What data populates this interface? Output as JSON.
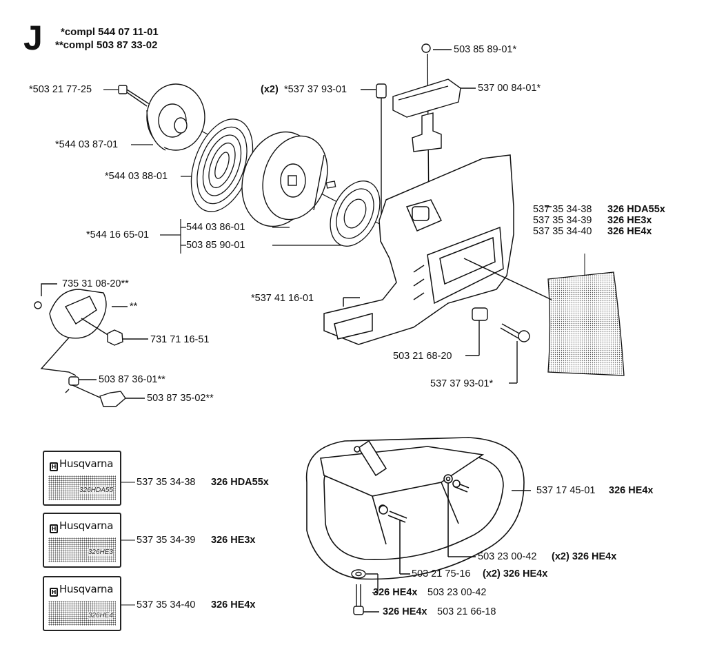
{
  "header": {
    "section_letter": "J",
    "compl_1": "*compl 544 07 11-01",
    "compl_2": "**compl 503 87 33-02"
  },
  "labels": {
    "p_5032177": "*503 21 77-25",
    "p_5440387": "*544 03 87-01",
    "p_5440388": "*544 03 88-01",
    "p_5441665": "*544 16 65-01",
    "p_5440386": "544 03 86-01",
    "p_5038590": "503 85 90-01",
    "p_x2": "(x2)",
    "p_5373793a": "*537 37 93-01",
    "p_5038589": "503 85 89-01*",
    "p_5370084": "537 00 84-01*",
    "p_5373534_38": "537 35 34-38",
    "m_hda55x": "326 HDA55x",
    "p_5373534_39": "537 35 34-39",
    "m_he3x": "326 HE3x",
    "p_5373534_40": "537 35 34-40",
    "m_he4x": "326 HE4x",
    "p_5374116": "*537 41 16-01",
    "p_5032168": "503 21 68-20",
    "p_5373793b": "537 37 93-01*",
    "p_7353108": "735 31 08-20**",
    "p_dstar": "**",
    "p_7317116": "731 71 16-51",
    "p_5038736": "503 87 36-01**",
    "p_5038735": "503 87 35-02**",
    "d1_num": "537 35 34-38",
    "d1_model": "326 HDA55x",
    "d2_num": "537 35 34-39",
    "d2_model": "326 HE3x",
    "d3_num": "537 35 34-40",
    "d3_model": "326 HE4x",
    "h_num": "537 17 45-01",
    "h_model": "326 HE4x",
    "w1_num": "503 23 00-42",
    "w1_qty": "(x2) 326 HE4x",
    "s1_num": "503 21 75-16",
    "s1_qty": "(x2) 326 HE4x",
    "w2_model": "326 HE4x",
    "w2_num": "503 23 00-42",
    "s2_model": "326 HE4x",
    "s2_num": "503 21 66-18"
  },
  "decals": [
    {
      "brand": "Husqvarna",
      "model": "326HDA55"
    },
    {
      "brand": "Husqvarna",
      "model": "326HE3"
    },
    {
      "brand": "Husqvarna",
      "model": "326HE4"
    }
  ]
}
